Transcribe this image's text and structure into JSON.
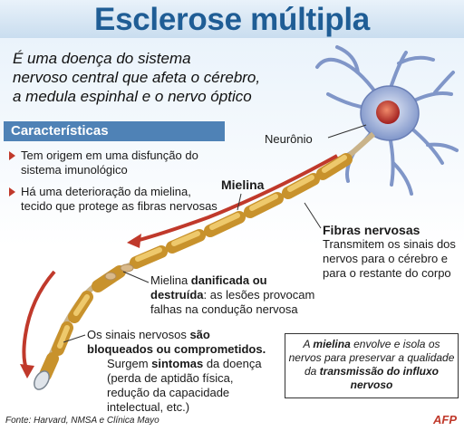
{
  "title": "Esclerose múltipla",
  "intro": {
    "line1": "É uma doença do sistema",
    "line2": "nervoso central que afeta o cérebro,",
    "line3": "a medula espinhal e o nervo óptico"
  },
  "characteristics": {
    "header": "Características",
    "bullet1": "Tem origem em uma disfunção do sistema imunológico",
    "bullet2": "Há uma deterioração da mielina, tecido que protege as fibras nervosas"
  },
  "labels": {
    "neuronio": "Neurônio",
    "mielina": "Mielina",
    "fibras_title": "Fibras nervosas",
    "fibras_text": "Transmitem os sinais dos nervos para o cérebro e para o restante do corpo",
    "danif_pre": "Mielina ",
    "danif_bold": "danificada ou destruída",
    "danif_post": ": as lesões provocam falhas na condução nervosa",
    "sinais_pre": "Os sinais nervosos ",
    "sinais_bold": "são bloqueados ou comprometidos.",
    "surgem_pre": "Surgem ",
    "surgem_bold": "sintomas",
    "surgem_post": " da doença (perda de aptidão física, redução da capacidade intelectual, etc.)"
  },
  "infobox": {
    "pre": "A ",
    "mielina": "mielina",
    "mid": " envolve e isola os nervos para preservar a qualidade da ",
    "bold": "transmissão do influxo nervoso"
  },
  "source": "Fonte: Harvard, NMSA e Clínica Mayo",
  "credit": "AFP",
  "colors": {
    "title": "#1f5d95",
    "header_bg": "#4f82b6",
    "arrow_red": "#c0392b",
    "myelin": "#e8b84a",
    "neuron": "#7f95c9",
    "nucleus": "#c0392b"
  }
}
